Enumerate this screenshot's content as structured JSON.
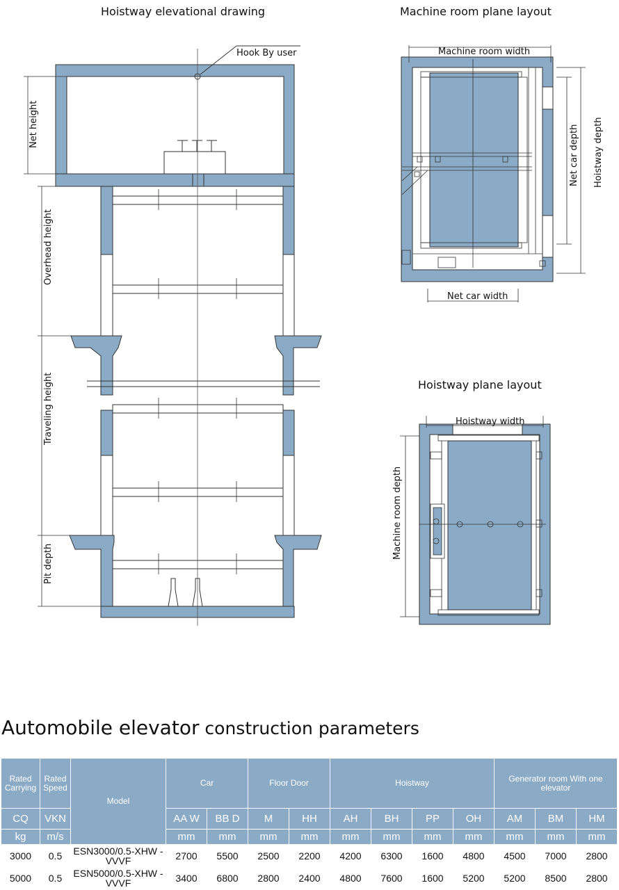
{
  "titles": {
    "elevation": "Hoistway elevational drawing",
    "machine_room": "Machine room plane layout",
    "hoistway_plane": "Hoistway plane layout"
  },
  "elevation_labels": {
    "hook": "Hook By user",
    "net_height": "Net height",
    "overhead_height": "Overhead height",
    "traveling_height": "Traveling height",
    "pit_depth": "Pit depth"
  },
  "machine_room_labels": {
    "width": "Machine room width",
    "net_car_depth": "Net car depth",
    "hoistway_depth": "Hoistway depth",
    "net_car_width": "Net car width"
  },
  "hoistway_plane_labels": {
    "width": "Hoistway width",
    "depth": "Machine room depth"
  },
  "section": {
    "title_part1": "Automobile elevator",
    "title_part2": " construction parameters"
  },
  "table": {
    "groups": {
      "rated_carrying": "Rated Carrying",
      "rated_speed": "Rated Speed",
      "model": "Model",
      "car": "Car",
      "floor_door": "Floor Door",
      "hoistway": "Hoistway",
      "generator_room": "Generator room With one elevator"
    },
    "codes": {
      "cq": "CQ",
      "vkn": "VKN",
      "aaw": "AA W",
      "bbd": "BB D",
      "m": "M",
      "hh": "HH",
      "ah": "AH",
      "bh": "BH",
      "pp": "PP",
      "oh": "OH",
      "am": "AM",
      "bm": "BM",
      "hm": "HM"
    },
    "units": {
      "kg": "kg",
      "ms": "m/s",
      "mm": "mm"
    },
    "rows": [
      {
        "carrying": "3000",
        "speed": "0.5",
        "model": "ESN3000/0.5-XHW -VVVF",
        "aaw": "2700",
        "bbd": "5500",
        "m": "2500",
        "hh": "2200",
        "ah": "4200",
        "bh": "6300",
        "pp": "1600",
        "oh": "4800",
        "am": "4500",
        "bm": "7000",
        "hm": "2800"
      },
      {
        "carrying": "5000",
        "speed": "0.5",
        "model": "ESN5000/0.5-XHW -VVVF",
        "aaw": "3400",
        "bbd": "6800",
        "m": "2800",
        "hh": "2400",
        "ah": "4800",
        "bh": "7600",
        "pp": "1600",
        "oh": "5200",
        "am": "5200",
        "bm": "8500",
        "hm": "2800"
      }
    ]
  },
  "colors": {
    "wall": "#8aaac6",
    "header": "#8aaac6",
    "line": "#333333"
  }
}
